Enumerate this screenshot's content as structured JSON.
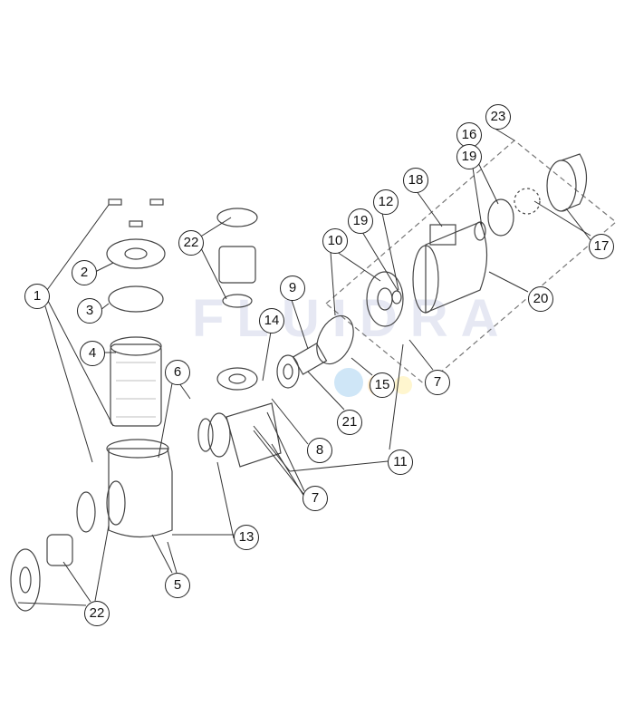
{
  "watermark": "FLUIDRA",
  "callouts": [
    "1",
    "2",
    "3",
    "4",
    "5",
    "6",
    "7",
    "7",
    "8",
    "9",
    "10",
    "11",
    "12",
    "13",
    "14",
    "15",
    "16",
    "17",
    "18",
    "19",
    "19",
    "20",
    "21",
    "22",
    "22",
    "23"
  ],
  "colors": {
    "line": "#333333",
    "watermark": "#e6e8f3",
    "dots": [
      "#cfe6f7",
      "#fde9c8",
      "#fff6cf"
    ]
  }
}
